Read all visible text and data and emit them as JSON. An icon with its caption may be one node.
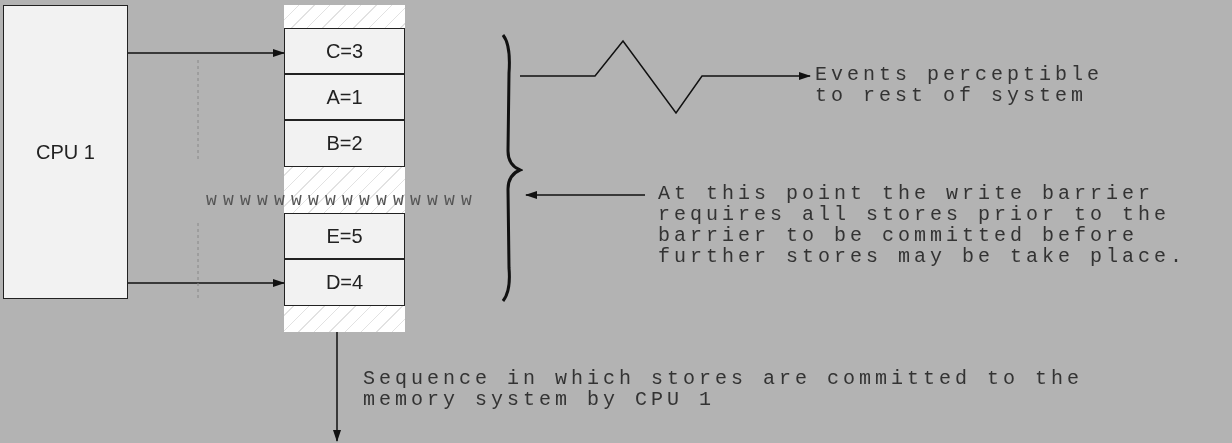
{
  "diagram": {
    "nodes": [
      {
        "text": [
          "CPU 1"
        ]
      },
      {
        "text": [],
        "shape": "bar"
      },
      {
        "text": [
          "C=3"
        ],
        "in": 1
      },
      {
        "text": [
          "A=1"
        ],
        "in": 1
      },
      {
        "text": [
          "B=2"
        ],
        "in": 1
      },
      {
        "text": [
          "E=5"
        ],
        "in": 1
      },
      {
        "text": [
          "D=4"
        ],
        "in": 1
      },
      {
        "text": [],
        "shape": "brace"
      },
      {
        "text": [
          "Events perceptible to rest of system"
        ]
      },
      {
        "text": [
          "At this point the write barrier requires all stores prior to the barrier to be committed before further stores may be take place."
        ]
      }
    ],
    "edges": [
      {
        "from": 0,
        "to": 2,
        "arrow": "to"
      },
      {
        "from": 0,
        "to": 6,
        "arrow": "to"
      },
      {
        "from": 7,
        "to": 8,
        "arrow": "to"
      },
      {
        "from": 9,
        "to": 7,
        "arrow": "to"
      },
      {
        "from": 1,
        "to": null,
        "arrow": "to"
      }
    ],
    "labels": [
      "wwwwwwwwwwwwwwww",
      "Sequence in which stores are committed to the memory system by CPU 1"
    ]
  }
}
